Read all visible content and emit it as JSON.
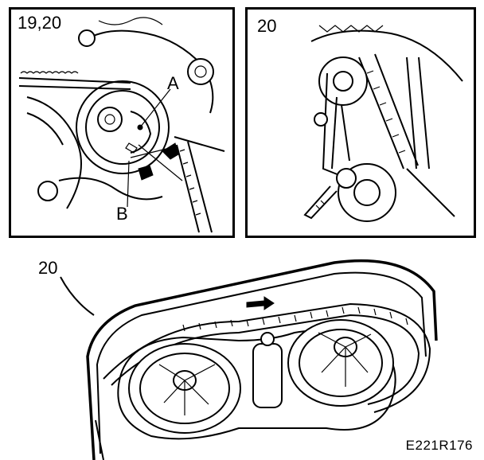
{
  "panels": [
    {
      "label": "19,20",
      "callouts": [
        "A",
        "B"
      ]
    },
    {
      "label": "20"
    },
    {
      "label": "20"
    }
  ],
  "figure_id": "E221R176"
}
